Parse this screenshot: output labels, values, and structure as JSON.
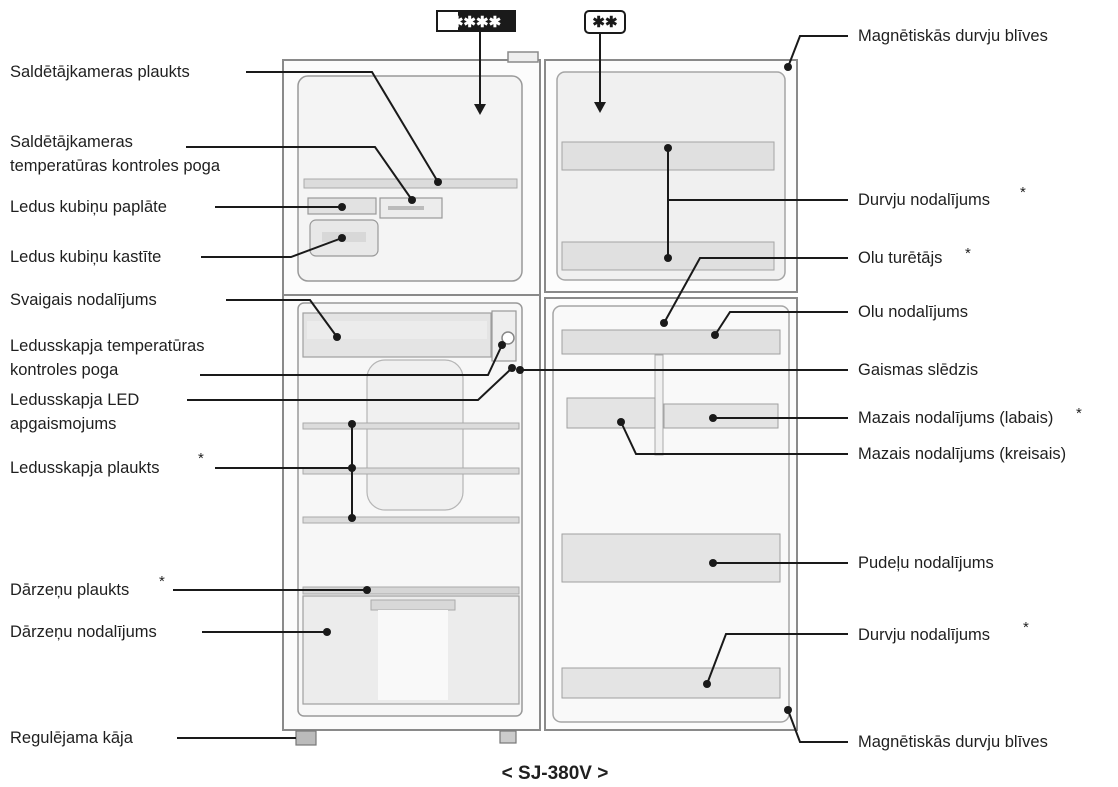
{
  "caption": "< SJ-380V >",
  "freezer_rating_badge": "✱✱✱✱",
  "fridge_rating_badge": "✱✱",
  "left_labels": [
    "Saldētājkameras plaukts",
    "Saldētājkameras",
    "temperatūras kontroles poga",
    "Ledus kubiņu paplāte",
    "Ledus kubiņu kastīte",
    "Svaigais nodalījums",
    "Ledusskapja temperatūras",
    "kontroles poga",
    "Ledusskapja LED",
    "apgaismojums",
    "Ledusskapja plaukts",
    "Dārzeņu plaukts",
    "Dārzeņu nodalījums",
    "Regulējama kāja"
  ],
  "right_labels": [
    "Magnētiskās durvju blīves",
    "Durvju nodalījums",
    "Olu turētājs",
    "Olu nodalījums",
    "Gaismas slēdzis",
    "Mazais nodalījums (labais)",
    "Mazais nodalījums (kreisais)",
    "Pudeļu nodalījums",
    "Durvju nodalījums",
    "Magnētiskās durvju blīves"
  ],
  "asterisk": "*",
  "colors": {
    "line": "#1a1a1a",
    "outline": "#8a8a8a",
    "shelf": "#dcdcdc",
    "panel": "#f2f2f2"
  }
}
